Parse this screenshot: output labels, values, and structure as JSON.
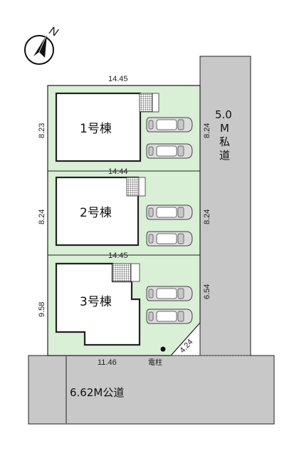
{
  "colors": {
    "lot_fill": "#d9efd6",
    "road_fill": "#c8c8c8",
    "building_fill": "#ffffff",
    "outline": "#222222"
  },
  "icons": {
    "compass": "north-arrow-icon",
    "car": "car-icon"
  },
  "compass": {
    "label": "N"
  },
  "dimensions": {
    "top_width": "14.45",
    "lot1_height": "8.23",
    "lot1_right": "8.24",
    "divider_1_2": "14:44",
    "lot2_height": "8.24",
    "lot2_right": "8.24",
    "divider_2_3": "14.45",
    "lot3_height": "9.58",
    "lot3_right": "6.54",
    "corner_cut": "4.24",
    "bottom_width": "11.46"
  },
  "buildings": [
    {
      "label": "1号棟"
    },
    {
      "label": "2号棟"
    },
    {
      "label": "3号棟"
    }
  ],
  "private_road": {
    "width": "5.0",
    "unit": "M",
    "line1": "私",
    "line2": "道"
  },
  "public_road": {
    "label": "6.62M公道"
  },
  "utility_pole": {
    "label": "電柱"
  }
}
